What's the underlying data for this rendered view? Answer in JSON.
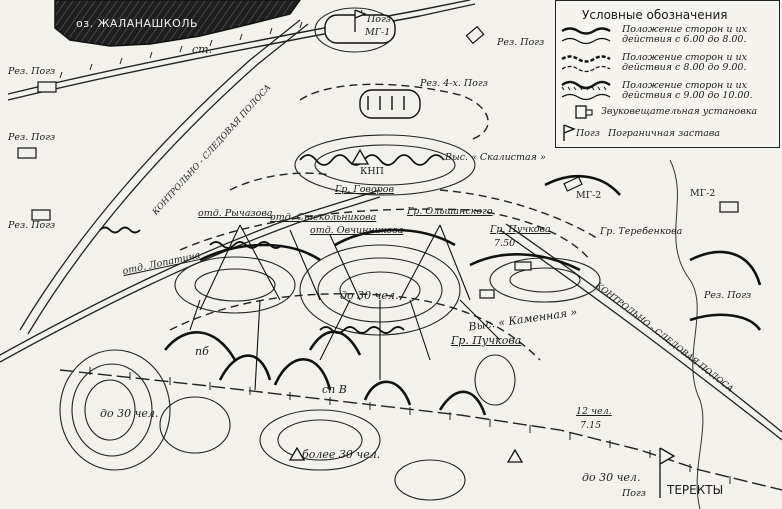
{
  "legend": {
    "title": "Условные обозначения",
    "items": [
      {
        "text": "Положение сторон и их действия с 6.00 до 8.00."
      },
      {
        "text": "Положение сторон и их действия с 8.00 до 9.00."
      },
      {
        "text": "Положение сторон и их действия с 9.00 до 10.00."
      },
      {
        "text": "Звуковещательная установка"
      },
      {
        "symbol_label": "Погз",
        "text": "Пограничная застава"
      }
    ]
  },
  "lake": {
    "label": "оз. ЖАЛАНАШКОЛЬ"
  },
  "labels": {
    "st": "ст.",
    "pogz_mg1": "Погз",
    "mg1": "МГ-1",
    "rez_pogz_top": "Рез. Погз",
    "rez_pogz_left1": "Рез. Погз",
    "rez_pogz_left2": "Рез. Погз",
    "rez_pogz_left3": "Рез. Погз",
    "rez_4x_pogz": "Рез. 4-х. Погз",
    "knp": "КНП",
    "vys_skalistaya": "Выс. « Скалистая »",
    "gr_govorov": "Гр. Говоров",
    "otd_rychazova": "отд. Рычазова",
    "otd_steklyannikova": "отд. Стекольникова",
    "otd_ovchinnikova": "отд. Овчинникова",
    "otd_lopatina": "отд. Лопатина",
    "gr_olshanskogo": "Гр. Ольшанского",
    "gr_puchkova_top": "Гр. Пучкова",
    "time_750": "7.50",
    "mg2_left": "МГ-2",
    "mg2_right": "МГ-2",
    "gr_terebenkova": "Гр. Теребенкова",
    "rez_pogz_right": "Рез. Погз",
    "do30_center": "до 30 чел.",
    "vys_kamennaya": "Выс. « Каменная »",
    "gr_puchkova_bottom": "Гр. Пучкова",
    "pb": "пб",
    "sp_v": "сп В",
    "do30_left": "до 30 чел.",
    "bolee30": "более 30 чел.",
    "chel12": "12 чел.",
    "time_715": "7.15",
    "do30_bottom": "до 30 чел.",
    "pogz_bottom": "Погз",
    "terekty": "ТЕРЕКТЫ",
    "kontrol_left": "КОНТРОЛЬНО - СЛЕДОВАЯ ПОЛОСА",
    "kontrol_right": "КОНТРОЛЬНО - СЛЕДОВАЯ ПОЛОСА"
  }
}
